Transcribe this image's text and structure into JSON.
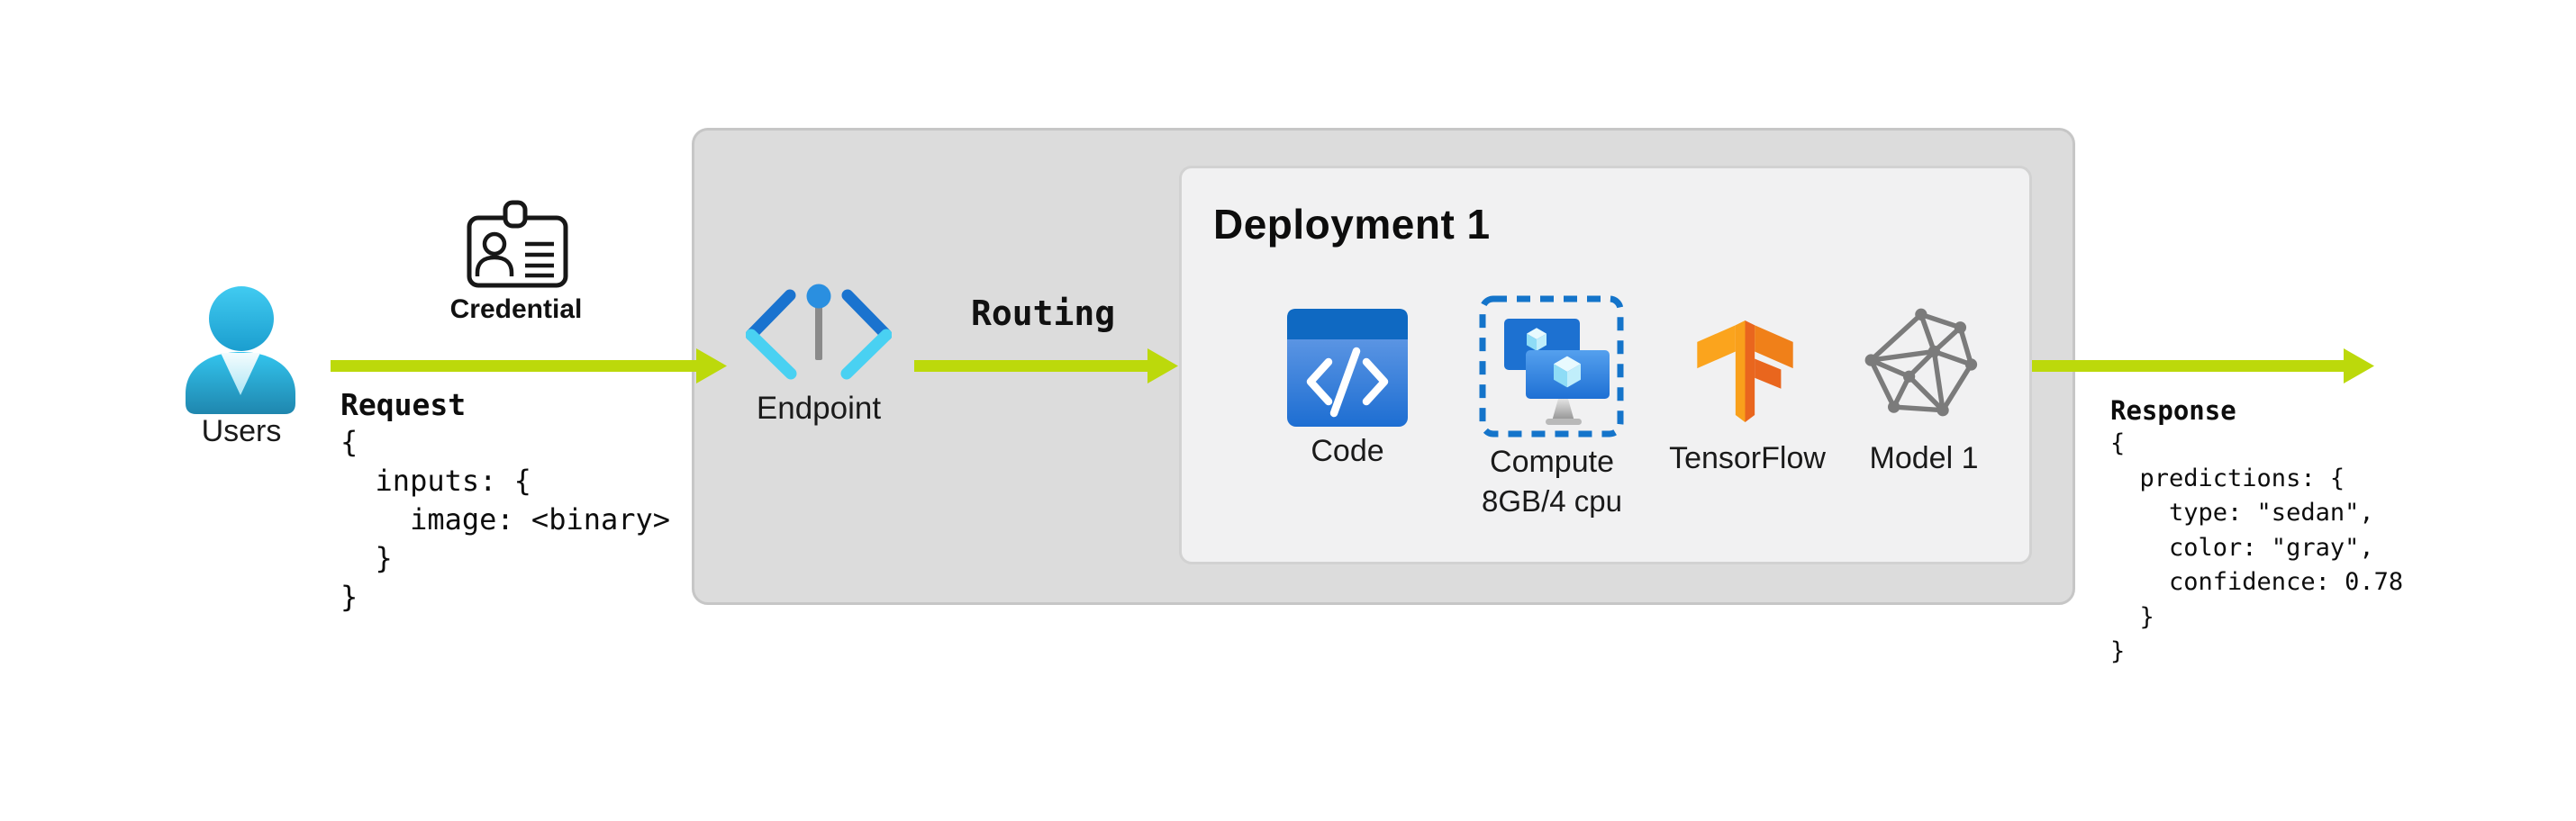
{
  "diagram": {
    "users": {
      "label": "Users"
    },
    "credential": {
      "label": "Credential"
    },
    "endpoint": {
      "label": "Endpoint"
    },
    "routing_label": "Routing",
    "deployment": {
      "title": "Deployment 1",
      "items": [
        {
          "label": "Code"
        },
        {
          "label": "Compute",
          "spec": "8GB/4 cpu"
        },
        {
          "label": "TensorFlow"
        },
        {
          "label": "Model 1"
        }
      ]
    },
    "request": {
      "title": "Request",
      "json": "{\n  inputs: {\n    image: <binary>\n  }\n}"
    },
    "response": {
      "title": "Response",
      "json": "{\n  predictions: {\n    type: \"sedan\",\n    color: \"gray\",\n    confidence: 0.78\n  }\n}"
    }
  },
  "colors": {
    "arrow_green": "#bcd90b",
    "outer_box_fill": "#dcdcdc",
    "inner_box_fill": "#f1f1f2",
    "azure_blue_dark": "#1a73cf",
    "azure_cyan": "#49d1f2",
    "user_teal": "#2bb6e0",
    "tensorflow_orange": "#f9a01b",
    "tensorflow_dark_orange": "#e9661e",
    "model_gray": "#7b7b7b"
  }
}
